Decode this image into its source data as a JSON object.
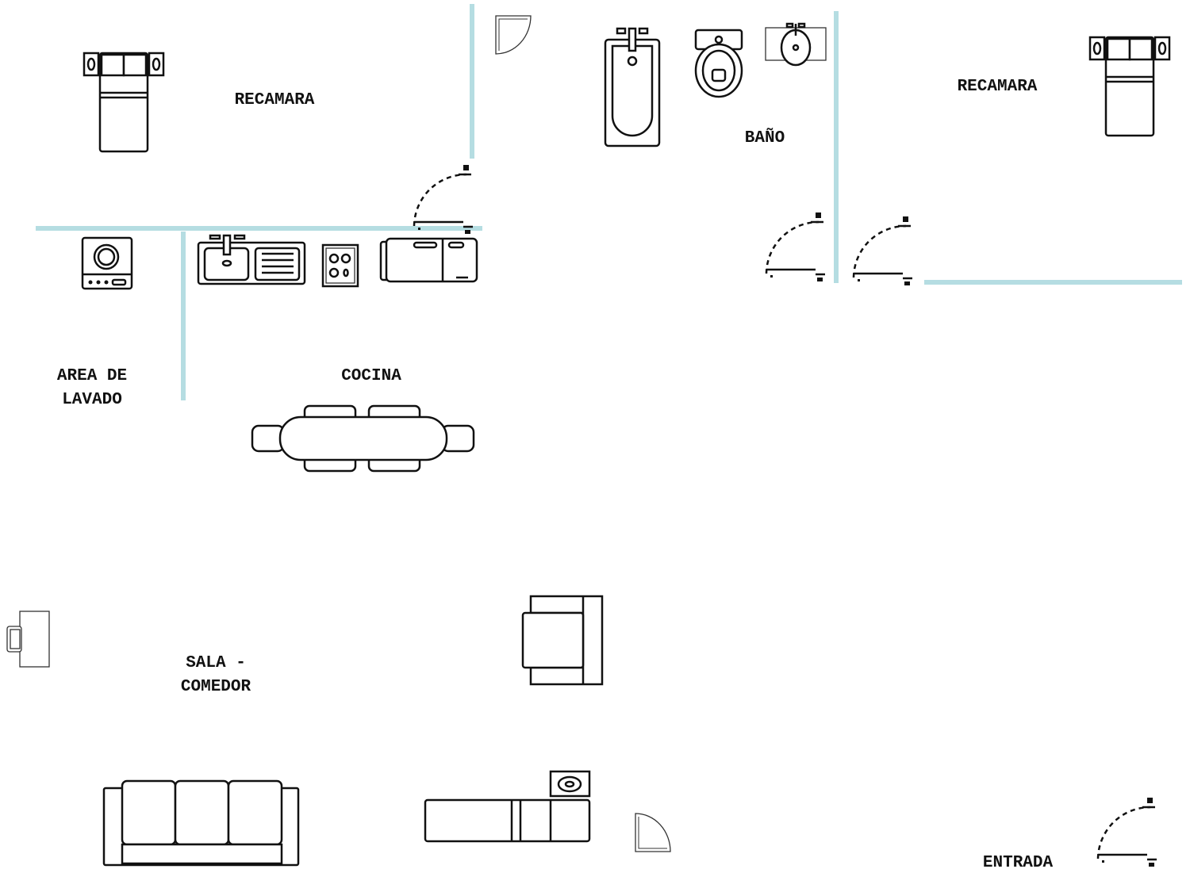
{
  "plan": {
    "rooms": {
      "recamara_left": "RECAMARA",
      "recamara_right": "RECAMARA",
      "bano": "BAÑO",
      "area_lavado_line1": "AREA DE",
      "area_lavado_line2": "LAVADO",
      "cocina": "COCINA",
      "sala_line1": "SALA -",
      "sala_line2": "COMEDOR",
      "entrada": "ENTRADA"
    },
    "colors": {
      "wall": "#b5dde2",
      "lines": "#111111"
    }
  }
}
